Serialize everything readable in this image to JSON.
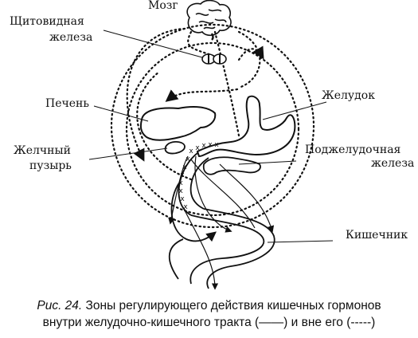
{
  "labels": {
    "brain": "Мозг",
    "thyroid_line1": "Щитовидная",
    "thyroid_line2": "железа",
    "liver": "Печень",
    "gallbladder_line1": "Желчный",
    "gallbladder_line2": "пузырь",
    "stomach": "Желудок",
    "pancreas_line1": "Поджелудочная",
    "pancreas_line2": "железа",
    "intestine": "Кишечник"
  },
  "caption": {
    "figure": "Рис. 24.",
    "line1_rest": " Зоны регулирующего действия кишечных гормонов",
    "line2": "внутри желудочно-кишечного тракта (——) и вне его (-----)"
  }
}
